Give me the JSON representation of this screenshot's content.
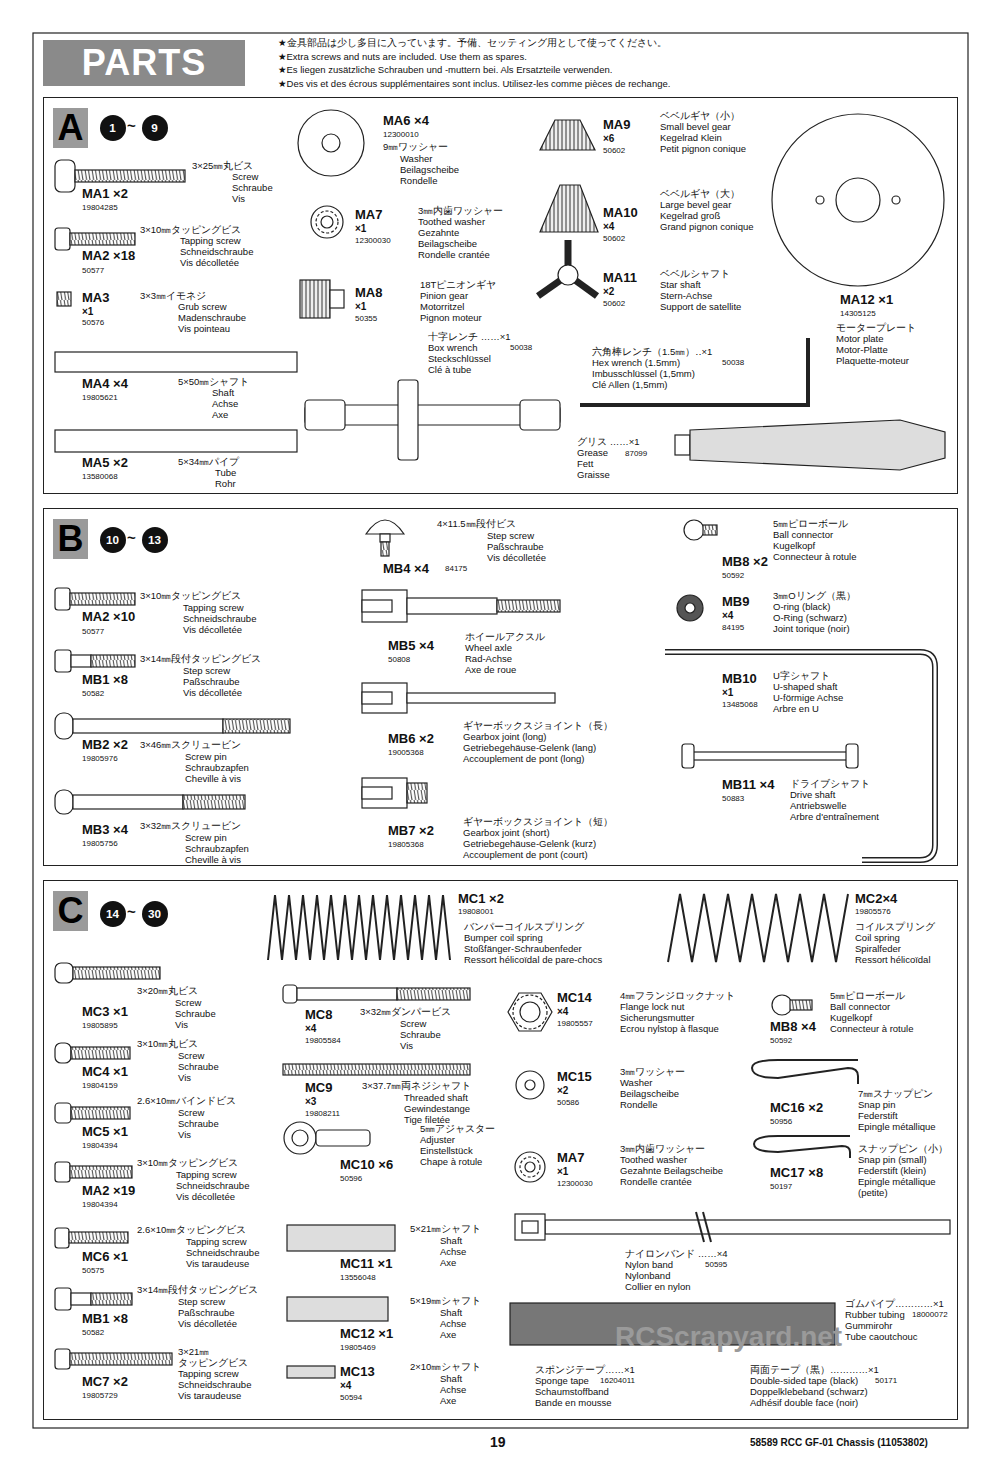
{
  "diagram": {
    "title": "PARTS",
    "nodes": [
      {
        "text": [
          "A"
        ]
      },
      {
        "text": [
          "1"
        ],
        "in": 0
      },
      {
        "text": [
          "9"
        ],
        "in": 0
      },
      {
        "text": [
          "B"
        ]
      },
      {
        "text": [
          "10"
        ],
        "in": 3
      },
      {
        "text": [
          "13"
        ],
        "in": 3
      },
      {
        "text": [
          "C"
        ]
      },
      {
        "text": [
          "14"
        ],
        "in": 6
      },
      {
        "text": [
          "30"
        ],
        "in": 6
      }
    ],
    "labels": [
      "★金具部品は少し多目に入っています。予備、セッティング用として使ってください。",
      "★Extra screws and nuts are included. Use them as spares.",
      "★Es liegen zusätzliche Schrauben und -muttern bei. Als Ersatzteile verwenden.",
      "★Des vis et des écrous supplémentaires sont inclus. Utilisez-les comme pièces de rechange.",
      "~",
      "3×25㎜丸ビス",
      "Screw",
      "Schraube",
      "Vis",
      "MA1 ×2",
      "19804285",
      "3×10㎜タッピングビス",
      "Tapping screw",
      "Schneidschraube",
      "Vis décolletée",
      "MA2 ×18",
      "50577",
      "3×3㎜イモネジ",
      "Grub screw",
      "Madenschraube",
      "Vis pointeau",
      "MA3",
      "×1",
      "50576",
      "MA4 ×4",
      "19805621",
      "5×50㎜シャフト",
      "Shaft",
      "Achse",
      "Axe",
      "MA5 ×2",
      "13580068",
      "5×34㎜パイプ",
      "Tube",
      "Rohr",
      "MA6 ×4",
      "12300010",
      "9㎜ワッシャー",
      "Washer",
      "Beilagscheibe",
      "Rondelle",
      "MA7",
      "×1",
      "12300030",
      "3㎜内歯ワッシャー",
      "Toothed washer",
      "Gezahnte",
      "Beilagscheibe",
      "Rondelle crantée",
      "MA8",
      "×1",
      "50355",
      "18Tピニオンギヤ",
      "Pinion gear",
      "Motorritzel",
      "Pignon moteur",
      "十字レンチ ……×1",
      "Box wrench",
      "Steckschlüssel",
      "Clé à tube",
      "50038",
      "六角棒レンチ（1.5㎜）‥×1",
      "Hex wrench (1.5mm)",
      "Imbusschlüssel (1,5mm)",
      "Clé Allen (1,5mm)",
      "50038",
      "グリス ……×1",
      "Grease",
      "Fett",
      "Graisse",
      "87099",
      "MA9",
      "×6",
      "50602",
      "ベベルギヤ（小）",
      "Small bevel gear",
      "Kegelrad Klein",
      "Petit pignon conique",
      "ベベルギヤ（大）",
      "Large bevel gear",
      "Kegelrad groß",
      "Grand pignon conique",
      "MA10",
      "×4",
      "50602",
      "ベベルシャフト",
      "Star shaft",
      "Stern-Achse",
      "Support de satellite",
      "MA11",
      "×2",
      "50602",
      "MA12 ×1",
      "14305125",
      "モータープレート",
      "Motor plate",
      "Motor-Platte",
      "Plaquette-moteur",
      "~",
      "3×10㎜タッピングビス",
      "Tapping screw",
      "Schneidschraube",
      "Vis décolletée",
      "MA2 ×10",
      "50577",
      "3×14㎜段付タッピングビス",
      "Step screw",
      "Paßschraube",
      "Vis décolletée",
      "MB1 ×8",
      "50582",
      "3×46㎜スクリュービン",
      "Screw pin",
      "Schraubzapfen",
      "Cheville à vis",
      "MB2 ×2",
      "19805976",
      "3×32㎜スクリュービン",
      "Screw pin",
      "Schraubzapfen",
      "Cheville à vis",
      "MB3 ×4",
      "19805756",
      "4×11.5㎜段付ビス",
      "Step screw",
      "Paßschraube",
      "Vis décolletée",
      "MB4 ×4",
      "84175",
      "MB5 ×4",
      "50808",
      "ホイールアクスル",
      "Wheel axle",
      "Rad-Achse",
      "Axe de roue",
      "MB6 ×2",
      "19005368",
      "ギヤーボックスジョイント（長）",
      "Gearbox joint (long)",
      "Getriebegehäuse-Gelenk (lang)",
      "Accouplement de pont (long)",
      "MB7 ×2",
      "19805368",
      "ギヤーボックスジョイント（短）",
      "Gearbox joint (short)",
      "Getriebegehäuse-Gelenk (kurz)",
      "Accouplement de pont (court)",
      "5㎜ピローボール",
      "Ball connector",
      "Kugelkopf",
      "Connecteur à rotule",
      "MB8 ×2",
      "50592",
      "MB9",
      "×4",
      "84195",
      "3㎜Oリング（黒）",
      "O-ring (black)",
      "O-Ring (schwarz)",
      "Joint torique (noir)",
      "MB10",
      "×1",
      "13485068",
      "U字シャフト",
      "U-shaped shaft",
      "U-förmige Achse",
      "Arbre en U",
      "MB11 ×4",
      "50883",
      "ドライブシャフト",
      "Drive shaft",
      "Antriebswelle",
      "Arbre d'entraînement",
      "~",
      "MC1 ×2",
      "19808001",
      "バンパーコイルスプリング",
      "Bumper coil spring",
      "Stoßfänger-Schraubenfeder",
      "Ressort hélicoïdal de pare-chocs",
      "MC2×4",
      "19805576",
      "コイルスプリング",
      "Coil spring",
      "Spiralfeder",
      "Ressort hélicoïdal",
      "3×20㎜丸ビス",
      "Screw",
      "Schraube",
      "Vis",
      "MC3 ×1",
      "19805895",
      "3×10㎜丸ビス",
      "Screw",
      "Schraube",
      "Vis",
      "MC4 ×1",
      "19804159",
      "2.6×10㎜バインドビス",
      "Screw",
      "Schraube",
      "Vis",
      "MC5 ×1",
      "19804394",
      "3×10㎜タッピングビス",
      "Tapping screw",
      "Schneidschraube",
      "Vis décolletée",
      "MA2 ×19",
      "19804394",
      "2.6×10㎜タッピングビス",
      "Tapping screw",
      "Schneidschraube",
      "Vis taraudeuse",
      "MC6 ×1",
      "50575",
      "3×14㎜段付タッピングビス",
      "Step screw",
      "Paßschraube",
      "Vis décolletée",
      "MB1 ×8",
      "50582",
      "3×21㎜",
      "タッピングビス",
      "Tapping screw",
      "Schneidschraube",
      "Vis taraudeuse",
      "MC7 ×2",
      "19805729",
      "MC8",
      "×4",
      "19805584",
      "3×32㎜ダンパービス",
      "Screw",
      "Schraube",
      "Vis",
      "MC9",
      "×3",
      "19808211",
      "3×37.7㎜両ネジシャフト",
      "Threaded shaft",
      "Gewindestange",
      "Tige filetée",
      "MC10 ×6",
      "50596",
      "5㎜アジャスター",
      "Adjuster",
      "Einstellstück",
      "Chape à rotule",
      "MC11 ×1",
      "13556048",
      "5×21㎜シャフト",
      "Shaft",
      "Achse",
      "Axe",
      "MC12 ×1",
      "19805469",
      "5×19㎜シャフト",
      "Shaft",
      "Achse",
      "Axe",
      "MC13",
      "×4",
      "50594",
      "2×10㎜シャフト",
      "Shaft",
      "Achse",
      "Axe",
      "MC14",
      "×4",
      "19805557",
      "4㎜フランジロックナット",
      "Flange lock nut",
      "Sicherungsmutter",
      "Ecrou nylstop à flasque",
      "MC15",
      "×2",
      "50586",
      "3㎜ワッシャー",
      "Washer",
      "Beilagscheibe",
      "Rondelle",
      "MA7",
      "×1",
      "12300030",
      "3㎜内歯ワッシャー",
      "Toothed washer",
      "Gezahnte Beilagscheibe",
      "Rondelle crantée",
      "5㎜ピローボール",
      "Ball connector",
      "Kugelkopf",
      "Connecteur à rotule",
      "MB8 ×4",
      "50592",
      "7㎜スナップピン",
      "Snap pin",
      "Federstift",
      "Epingle métallique",
      "MC16 ×2",
      "50956",
      "スナップピン（小）",
      "Snap pin (small)",
      "Federstift (klein)",
      "Epingle métallique",
      "(petite)",
      "MC17 ×8",
      "50197",
      "ナイロンバンド ……×4",
      "Nylon band",
      "Nylonband",
      "Collier en nylon",
      "50595",
      "ゴムパイプ…………×1",
      "Rubber tubing",
      "Gummirohr",
      "Tube caoutchouc",
      "18000072",
      "スポンジテープ……×1",
      "Sponge tape",
      "Schaumstoffband",
      "Bande en mousse",
      "16204011",
      "両面テープ（黒）…………×1",
      "Double-sided tape (black)",
      "Doppelklebeband (schwarz)",
      "Adhésif double face (noir)",
      "50171",
      "19",
      "58589 RCC GF-01 Chassis (11053802)",
      "RCScrapyard.net"
    ]
  }
}
